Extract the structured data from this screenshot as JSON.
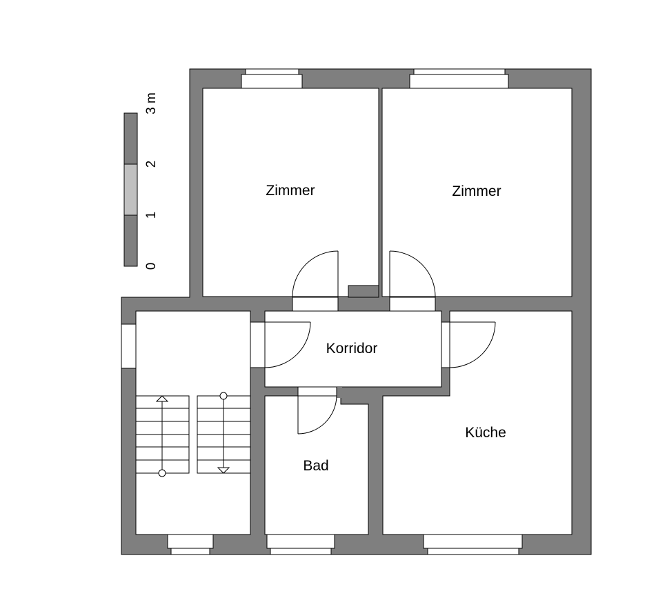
{
  "scale_bar": {
    "labels": [
      "0",
      "1",
      "2",
      "3 m"
    ]
  },
  "rooms": {
    "zimmer_left": "Zimmer",
    "zimmer_right": "Zimmer",
    "korridor": "Korridor",
    "kueche": "Küche",
    "bad": "Bad"
  },
  "colors": {
    "wall": "#7f7f7f",
    "scale_dark": "#7f7f7f",
    "scale_light": "#c0c0c0",
    "floor": "#ffffff",
    "line": "#000000"
  }
}
